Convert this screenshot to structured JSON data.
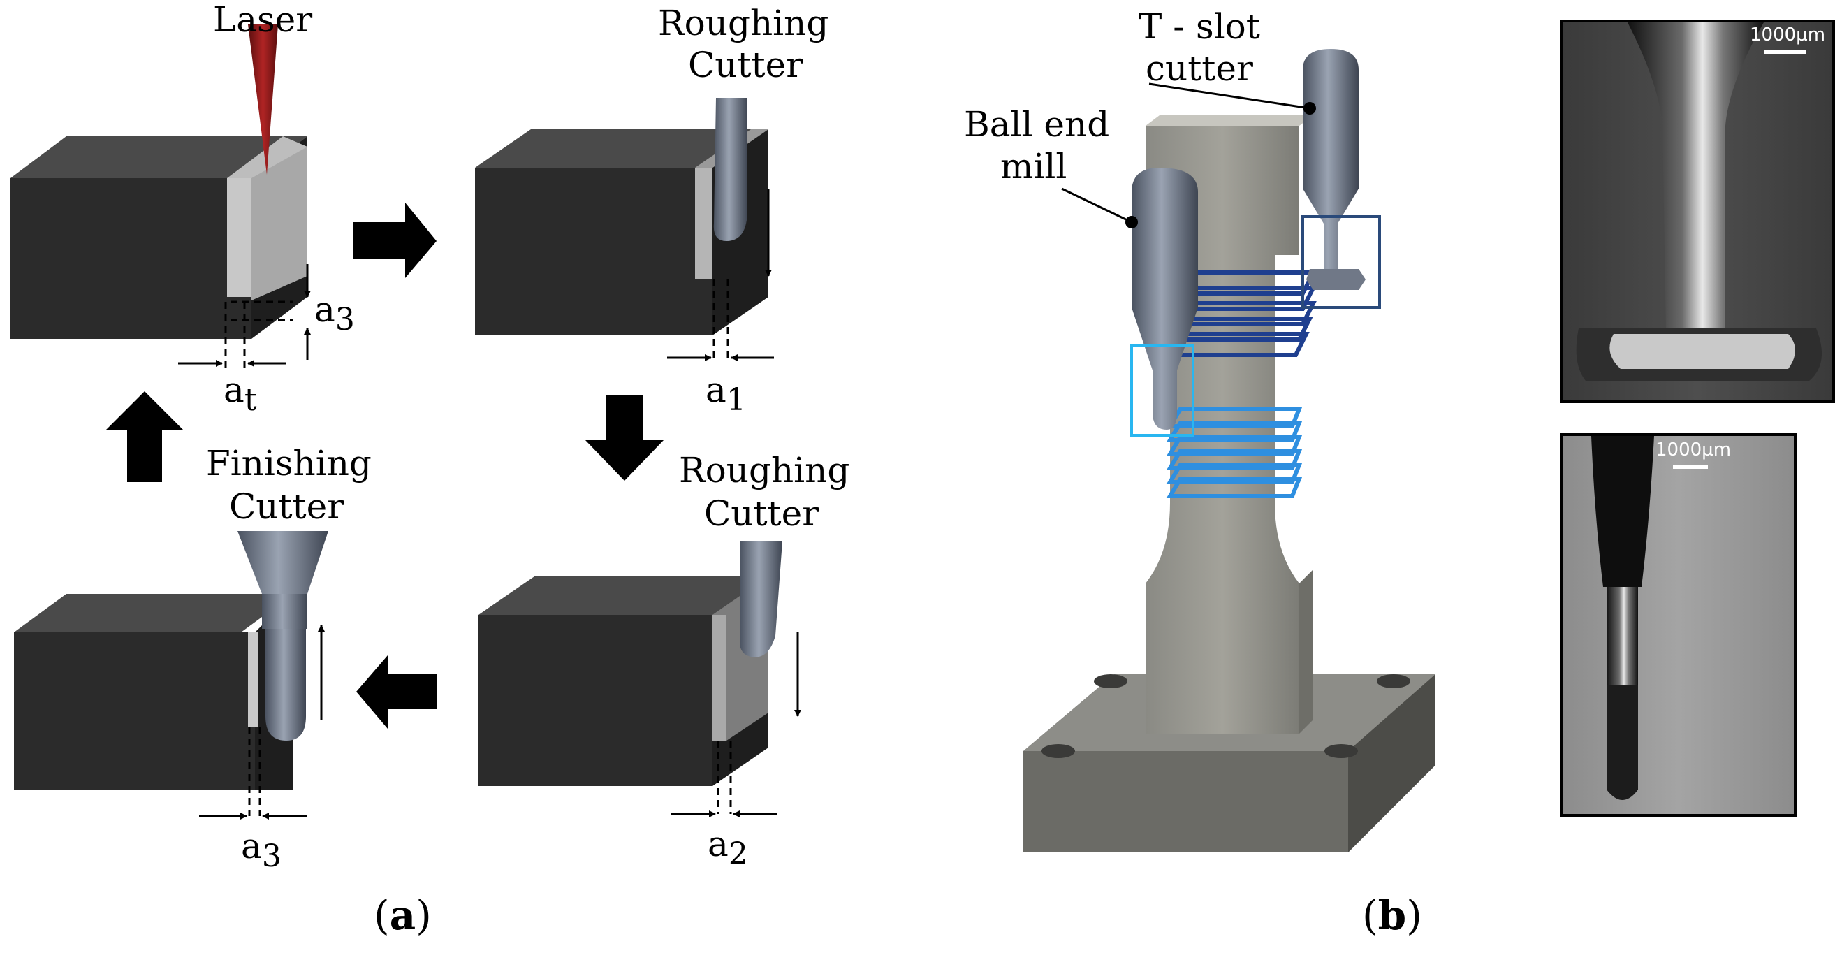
{
  "panel_a": {
    "laser_label": "Laser",
    "roughing_label_1": [
      "Roughing",
      "Cutter"
    ],
    "roughing_label_2": [
      "Roughing",
      "Cutter"
    ],
    "finishing_label": [
      "Finishing",
      "Cutter"
    ],
    "dim_a3": "a",
    "dim_a3_sub": "3",
    "dim_at": "a",
    "dim_at_sub": "t",
    "dim_a1": "a",
    "dim_a1_sub": "1",
    "dim_a2": "a",
    "dim_a2_sub": "2",
    "dim_a3b": "a",
    "dim_a3b_sub": "3",
    "caption_open": "(",
    "caption_letter": "a",
    "caption_close": ")"
  },
  "panel_b": {
    "tslot_label": [
      "T - slot",
      "cutter"
    ],
    "ballend_label": [
      "Ball end",
      "mill"
    ],
    "caption_open": "(",
    "caption_letter": "b",
    "caption_close": ")"
  },
  "photos": {
    "scale_top": "1000µm",
    "scale_bottom": "1000µm"
  },
  "colors": {
    "block_top": "#4a4a4a",
    "block_front": "#2b2b2b",
    "tool": "#6a7280",
    "laser": "#8b1a1a",
    "coil_dark": "#1f3f8f",
    "coil_light": "#2e8fe0",
    "box_dark": "#2a4a7a",
    "box_light": "#29b6f0"
  }
}
